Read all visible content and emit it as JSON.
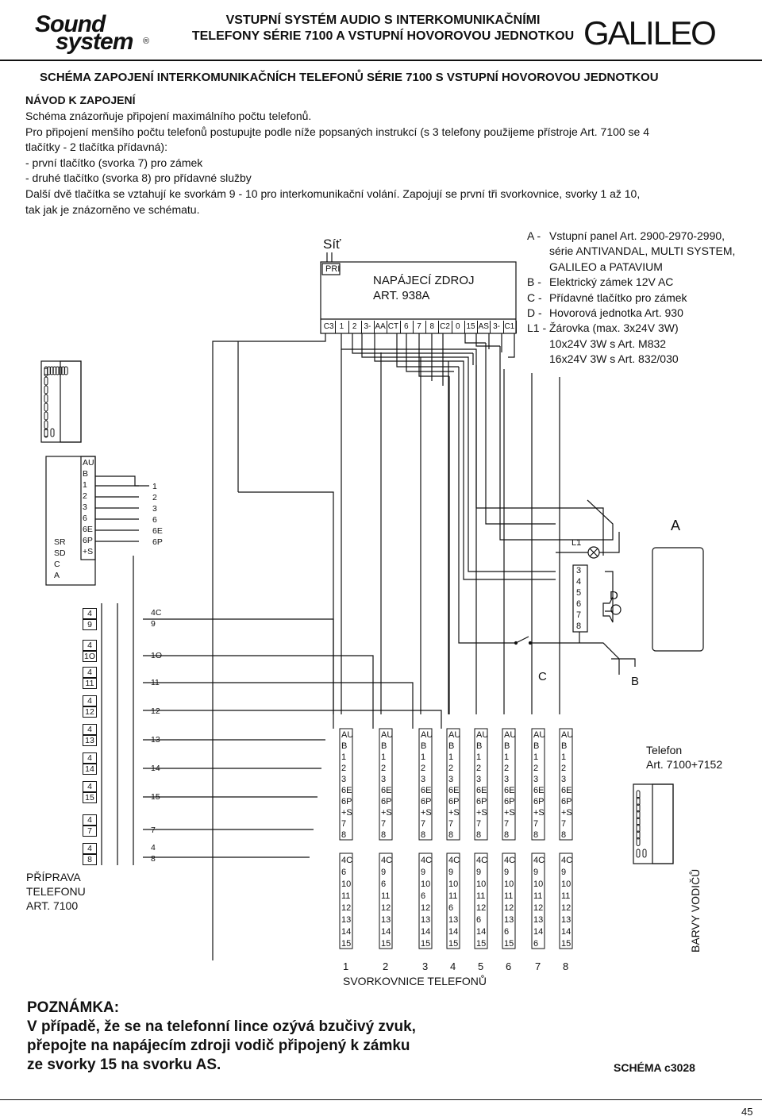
{
  "header": {
    "logo_line1": "Sound",
    "logo_line2": "system",
    "logo_reg": "®",
    "title_line1": "VSTUPNÍ SYSTÉM AUDIO S INTERKOMUNIKAČNÍMI",
    "title_line2": "TELEFONY SÉRIE 7100 A VSTUPNÍ HOVOROVOU JEDNOTKOU",
    "brand": "GALILEO"
  },
  "main_title": "SCHÉMA ZAPOJENÍ INTERKOMUNIKAČNÍCH TELEFONŮ SÉRIE 7100 S VSTUPNÍ HOVOROVOU JEDNOTKOU",
  "instructions": {
    "heading": "NÁVOD K ZAPOJENÍ",
    "lines": [
      "Schéma znázorňuje připojení maximálního počtu telefonů.",
      "Pro připojení menšího počtu telefonů postupujte podle níže popsaných instrukcí (s 3 telefony použijeme přístroje Art. 7100 se 4",
      "tlačítky - 2 tlačítka přídavná):",
      "- první tlačítko (svorka 7) pro zámek",
      "- druhé tlačítko (svorka 8) pro přídavné služby",
      "Další dvě tlačítka se vztahují ke svorkám 9 - 10 pro interkomunikační volání. Zapojují se první tři svorkovnice, svorky 1 až 10,",
      "tak jak je znázorněno ve schématu."
    ]
  },
  "legend": [
    {
      "key": "A -",
      "text": "Vstupní panel Art. 2900-2970-2990,"
    },
    {
      "key": "",
      "text": "série ANTIVANDAL, MULTI SYSTEM,"
    },
    {
      "key": "",
      "text": "GALILEO a PATAVIUM"
    },
    {
      "key": "B -",
      "text": "Elektrický zámek 12V AC"
    },
    {
      "key": "C -",
      "text": "Přídavné tlačítko pro zámek"
    },
    {
      "key": "D -",
      "text": "Hovorová jednotka Art. 930"
    },
    {
      "key": "L1 -",
      "text": "Žárovka (max. 3x24V 3W)"
    },
    {
      "key": "",
      "text": "10x24V 3W s Art. M832"
    },
    {
      "key": "",
      "text": "16x24V 3W s Art. 832/030"
    }
  ],
  "power_supply": {
    "mains": "Síť",
    "pri": "PRI",
    "name_line1": "NAPÁJECÍ ZDROJ",
    "name_line2": "ART. 938A",
    "terminals": [
      "C3",
      "1",
      "2",
      "3-",
      "AA",
      "CT",
      "6",
      "7",
      "8",
      "C2",
      "0",
      "15",
      "AS",
      "3-",
      "C1"
    ]
  },
  "prep_terminals": {
    "top": [
      "AU",
      "B",
      "1",
      "2",
      "3",
      "6",
      "6E",
      "6P",
      "+S"
    ],
    "side": [
      "SR",
      "SD",
      "C",
      "A"
    ],
    "right_top": [
      "1",
      "2",
      "3",
      "6",
      "6E",
      "6P"
    ],
    "groups": [
      {
        "pins": [
          "4",
          "9"
        ],
        "right": [
          "4C",
          "9"
        ]
      },
      {
        "pins": [
          "4",
          "1O"
        ],
        "right": [
          "1O"
        ]
      },
      {
        "pins": [
          "4",
          "11"
        ],
        "right": [
          "11"
        ]
      },
      {
        "pins": [
          "4",
          "12"
        ],
        "right": [
          "12"
        ]
      },
      {
        "pins": [
          "4",
          "13"
        ],
        "right": [
          "13"
        ]
      },
      {
        "pins": [
          "4",
          "14"
        ],
        "right": [
          "14"
        ]
      },
      {
        "pins": [
          "4",
          "15"
        ],
        "right": [
          "15"
        ]
      },
      {
        "pins": [
          "4",
          "7"
        ],
        "right": [
          "7"
        ]
      },
      {
        "pins": [
          "4",
          "8"
        ],
        "right": [
          "4",
          "8"
        ]
      }
    ],
    "label_lines": [
      "PŘÍPRAVA",
      "TELEFONU",
      "ART. 7100"
    ]
  },
  "panel": {
    "label_A": "A",
    "lamp": "L1",
    "unit_terminals": [
      "3",
      "4",
      "5",
      "6",
      "7",
      "8"
    ],
    "label_D": "D",
    "label_C": "C",
    "label_B": "B"
  },
  "terminal_blocks": {
    "upper": [
      "AU",
      "B",
      "1",
      "2",
      "3",
      "6E",
      "6P",
      "+S",
      "7",
      "8"
    ],
    "lower_base": [
      "4C",
      "9",
      "10",
      "11",
      "12",
      "13",
      "14",
      "15"
    ],
    "numbers": [
      "1",
      "2",
      "3",
      "4",
      "5",
      "6",
      "7",
      "8"
    ],
    "caption": "SVORKOVNICE TELEFONŮ"
  },
  "phone": {
    "label_line1": "Telefon",
    "label_line2": "Art. 7100+7152",
    "wire_colors": "BARVY VODIČŮ"
  },
  "note": {
    "title": "POZNÁMKA:",
    "lines": [
      "V případě, že se na telefonní lince ozývá bzučivý zvuk,",
      "přepojte na napájecím zdroji vodič připojený k zámku",
      "ze svorky 15 na svorku AS."
    ]
  },
  "scheme_id": "SCHÉMA c3028",
  "page_number": "45"
}
